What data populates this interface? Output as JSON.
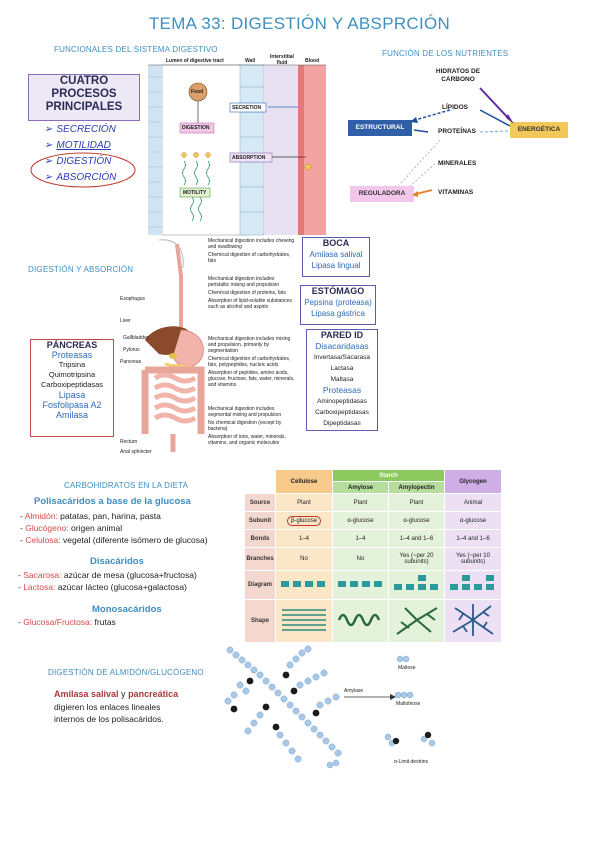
{
  "title": "TEMA 33: DIGESTIÓN Y ABSPRCIÓN",
  "sections": {
    "funcionales": "FUNCIONALES DEL SISTEMA DIGESTIVO",
    "funcion_nutrientes": "FUNCIÓN DE LOS NUTRIENTES",
    "digestion_absorcion": "DIGESTIÓN Y ABSORCIÓN",
    "carbohidratos": "CARBOHIDRATOS EN LA DIETA",
    "digestion_almidon": "DIGESTIÓN DE ALMIDÓN/GLUCÓGENO"
  },
  "processes": {
    "heading": [
      "CUATRO",
      "PROCESOS",
      "PRINCIPALES"
    ],
    "items": [
      "SECRECIÓN",
      "MOTILIDAD",
      "DIGESTIÓN",
      "ABSORCIÓN"
    ]
  },
  "gut_diagram": {
    "headers": [
      "Lumen of digestive tract",
      "Wall",
      "Interstitial fluid",
      "Blood"
    ],
    "food": "Food",
    "secretion": "SECRETION",
    "digestion": "DIGESTION",
    "absorption": "ABSORPTION",
    "motility": "MOTILITY"
  },
  "nutrients": {
    "hidratos": [
      "HIDRATOS DE",
      "CARBONO"
    ],
    "lipidos": "LÍPIDOS",
    "proteinas": "PROTEÍNAS",
    "minerales": "MINERALES",
    "vitaminas": "VITAMINAS",
    "estructural": "ESTRUCTURAL",
    "energetica": "ENERGÉTICA",
    "reguladora": "REGULADORA",
    "colors": {
      "estructural": "#2f5fa7",
      "energetica": "#f2c85a",
      "reguladora": "#f3c7ec"
    }
  },
  "anatomy": {
    "labels": [
      "Esophagus",
      "Liver",
      "Gallbladder",
      "Pylorus",
      "Pancreas",
      "Rectum",
      "Anal sphincter"
    ],
    "notes": [
      [
        "Mechanical digestion includes chewing and swallowing",
        "Chemical digestion of carbohydrates, fats"
      ],
      [
        "Mechanical digestion includes peristaltic mixing and propulsion",
        "Chemical digestion of proteins, fats",
        "Absorption of lipid-soluble substances such as alcohol and aspirin"
      ],
      [
        "Mechanical digestion includes mixing and propulsion, primarily by segmentation",
        "Chemical digestion of carbohydrates, fats, polypeptides, nucleic acids",
        "Absorption of peptides, amino acids, glucose, fructose, fats, water, minerals, and vitamins"
      ],
      [
        "Mechanical digestion includes segmental mixing and propulsion",
        "No chemical digestion (except by bacteria)",
        "Absorption of ions, water, minerals, vitamins, and organic molecules"
      ]
    ]
  },
  "boca": {
    "h": "BOCA",
    "lines": [
      "Amilasa salival",
      "Lipasa lingual"
    ]
  },
  "estomago": {
    "h": "ESTÓMAGO",
    "lines": [
      "Pepsina (proteasa)",
      "Lipasa gástrica"
    ]
  },
  "pared": {
    "h": "PARED ID",
    "lines": [
      "Disacaridasas",
      "Invertasa/Sacarasa",
      "Lactasa",
      "Maltasa",
      "Proteasas",
      "Aminopeptidasas",
      "Carboxipeptidasas",
      "Dipeptidasas"
    ]
  },
  "pancreas": {
    "h": "PÁNCREAS",
    "lines": [
      "Proteasas",
      "Tripsina",
      "Quimotripsina",
      "Carboxipeptidasas",
      "Lipasa",
      "Fosfolipasa A2",
      "Amilasa"
    ]
  },
  "carbs": {
    "poli_title": "Polisacáridos a base de la glucosa",
    "poli": [
      {
        "k": "Almidón:",
        "v": " patatas, pan, harina, pasta"
      },
      {
        "k": "Glucógeno:",
        "v": " origen animal"
      },
      {
        "k": "Celulosa:",
        "v": " vegetal (diferente isómero de glucosa)"
      }
    ],
    "di_title": "Disacáridos",
    "di": [
      {
        "k": "Sacarosa:",
        "v": " azúcar de mesa (glucosa+fructosa)"
      },
      {
        "k": "Lactosa:",
        "v": " azúcar lácteo (glucosa+galactosa)"
      }
    ],
    "mono_title": "Monosacáridos",
    "mono": [
      {
        "k": "Glucosa/Fructosa:",
        "v": " frutas"
      }
    ]
  },
  "table": {
    "top": [
      "Cellulose",
      "Starch",
      "Glycogen"
    ],
    "sub": [
      "Amylose",
      "Amylopectin"
    ],
    "rows": [
      [
        "Source",
        "Plant",
        "Plant",
        "Plant",
        "Animal"
      ],
      [
        "Subunit",
        "β-glucose",
        "α-glucose",
        "α-glucose",
        "α-glucose"
      ],
      [
        "Bonds",
        "1–4",
        "1–4",
        "1–4 and 1–6",
        "1–4 and 1–6"
      ],
      [
        "Branches",
        "No",
        "No",
        "Yes (~per 20 subunits)",
        "Yes (~per 10 subunits)"
      ],
      [
        "Diagram",
        "",
        "",
        "",
        ""
      ],
      [
        "Shape",
        "",
        "",
        "",
        ""
      ]
    ]
  },
  "almidon": {
    "bold": "Amilasa salival",
    "y": " y ",
    "bold2": "pancreática",
    "text": [
      "digieren los enlaces lineales",
      "internos de los polisacáridos."
    ],
    "labels": {
      "amylase": "Amylase",
      "maltose": "Maltose",
      "maltotriose": "Maltotriose",
      "dextrins": "α-Limit dextrins"
    }
  }
}
